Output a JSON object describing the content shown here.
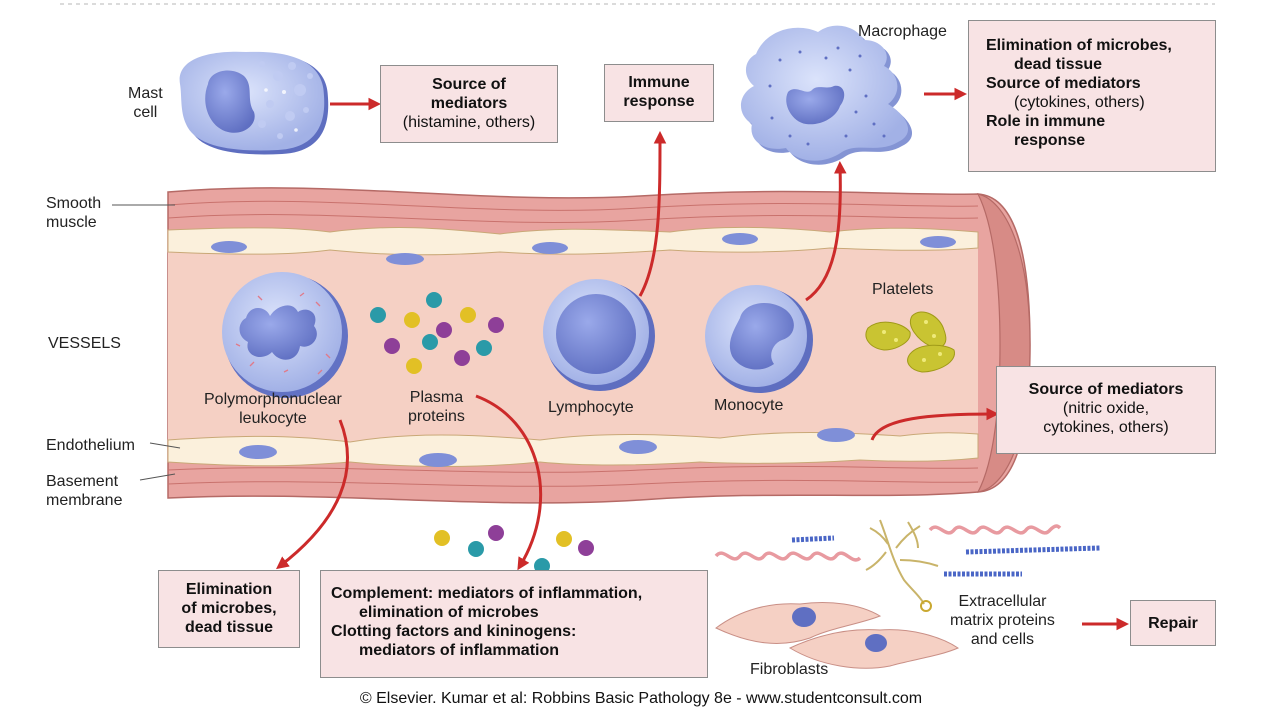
{
  "labels": {
    "mast_cell": [
      "Mast",
      "cell"
    ],
    "macrophage": "Macrophage",
    "smooth_muscle": [
      "Smooth",
      "muscle"
    ],
    "vessels": "VESSELS",
    "platelets": "Platelets",
    "pmn": [
      "Polymorphonuclear",
      "leukocyte"
    ],
    "plasma": [
      "Plasma",
      "proteins"
    ],
    "lymphocyte": "Lymphocyte",
    "monocyte": "Monocyte",
    "endothelium": "Endothelium",
    "basement": [
      "Basement",
      "membrane"
    ],
    "fibroblasts": "Fibroblasts",
    "ecm": [
      "Extracellular",
      "matrix proteins",
      "and cells"
    ]
  },
  "boxes": {
    "mast_source": {
      "title": [
        "Source of",
        "mediators"
      ],
      "sub": "(histamine, others)"
    },
    "immune": {
      "title": [
        "Immune",
        "response"
      ]
    },
    "macrophage": {
      "line1": "Elimination of microbes,",
      "line2": "dead tissue",
      "line3": "Source of mediators",
      "line4": "(cytokines, others)",
      "line5": "Role in immune",
      "line6": "response"
    },
    "endo_source": {
      "title": "Source of mediators",
      "sub": [
        "(nitric oxide,",
        "cytokines, others)"
      ]
    },
    "elim": {
      "title": [
        "Elimination",
        "of microbes,",
        "dead tissue"
      ]
    },
    "complement": {
      "line1": "Complement: mediators of inflammation,",
      "line2": "elimination of microbes",
      "line3": "Clotting factors and kininogens:",
      "line4": "mediators of inflammation"
    },
    "repair": {
      "title": "Repair"
    }
  },
  "caption": "© Elsevier. Kumar et al: Robbins Basic Pathology 8e - www.studentconsult.com",
  "colors": {
    "vessel_wall": "#e8a4a0",
    "lumen": "#f5d0c4",
    "endothelium": "#fbf0dc",
    "nucleus": "#7f8fd8",
    "arrow": "#cc2a2a",
    "box_fill": "#f8e3e4",
    "cell_blue": "#a9b8ee",
    "teal": "#2a9aa8",
    "yellow": "#e2c025",
    "purple": "#8e3f98"
  }
}
